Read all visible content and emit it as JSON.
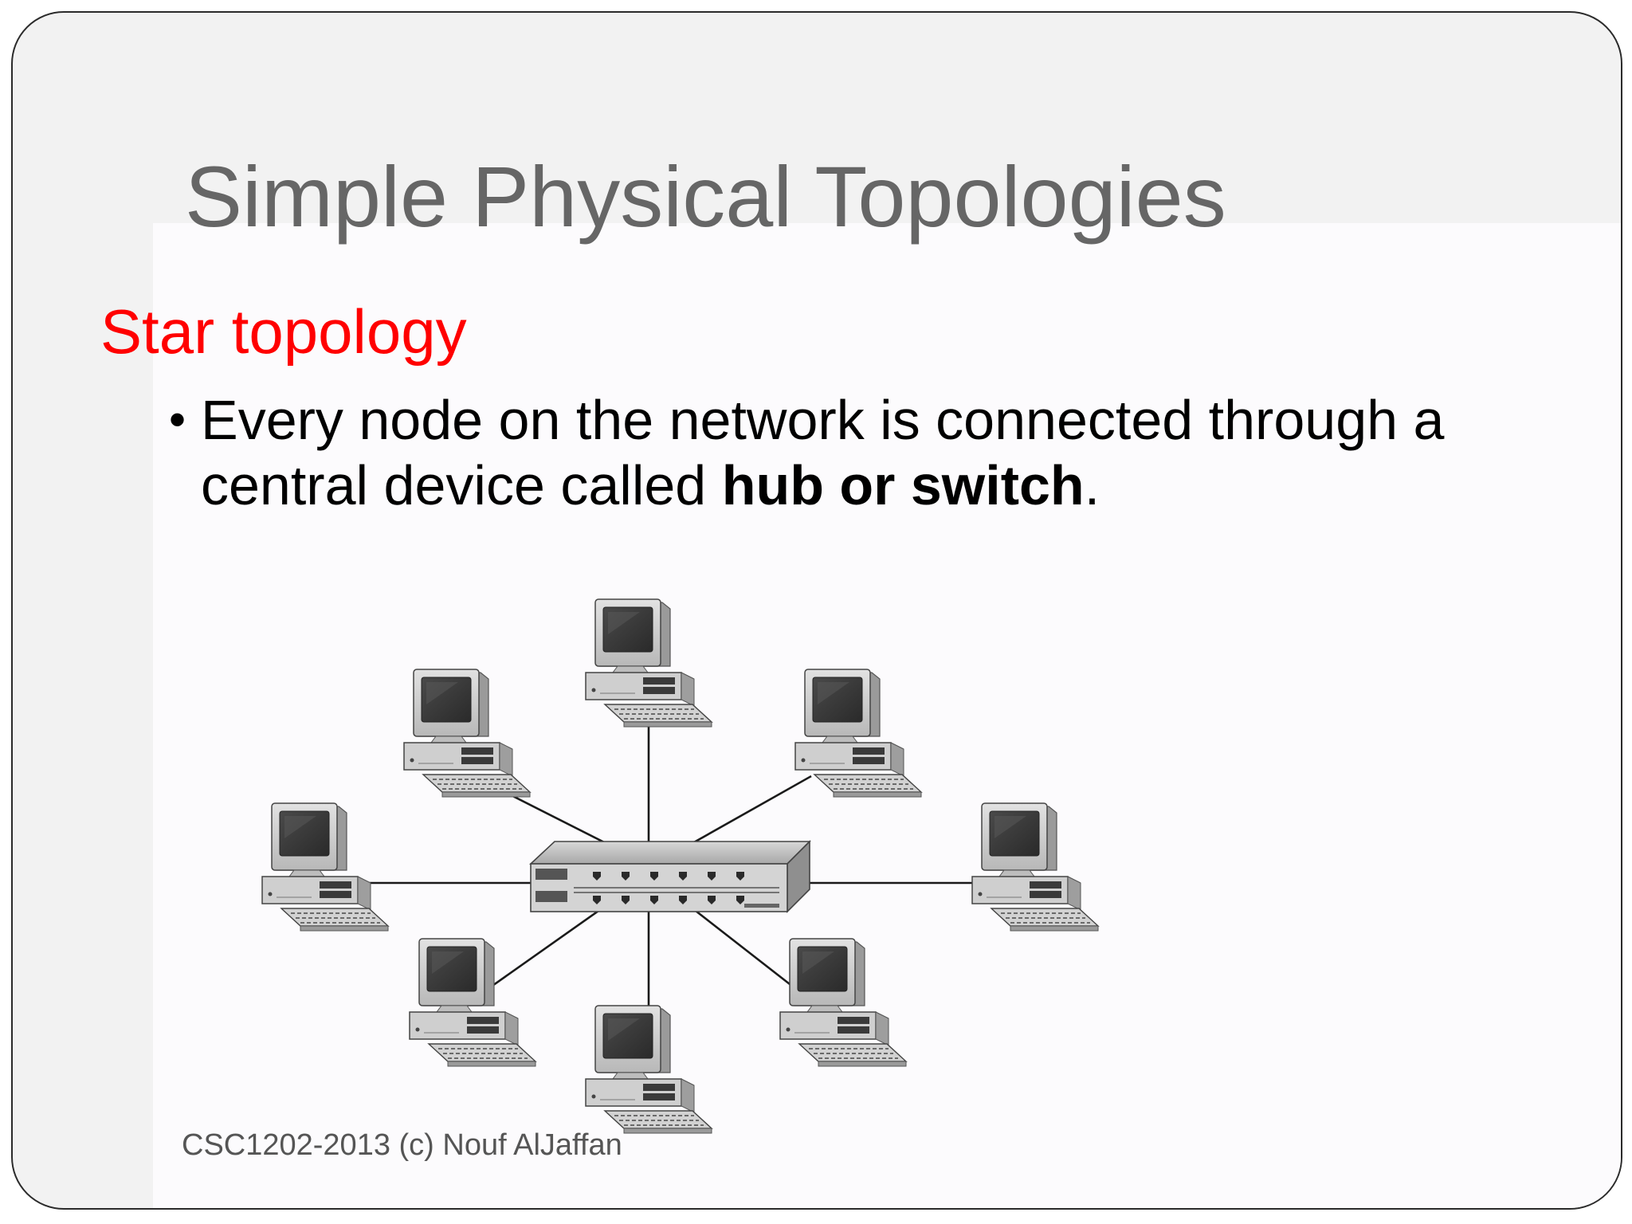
{
  "slide": {
    "title": "Simple Physical Topologies",
    "subtitle": "Star topology",
    "bullet": {
      "text_before": "Every node on the network is connected through a central device called ",
      "bold": "hub or switch",
      "text_after": "."
    },
    "footer": "CSC1202-2013 (c) Nouf AlJaffan"
  },
  "diagram": {
    "center_device": "hub-switch",
    "node_count": 8
  },
  "colors": {
    "title": "#666666",
    "subtitle": "#ff0000",
    "body": "#000000"
  }
}
